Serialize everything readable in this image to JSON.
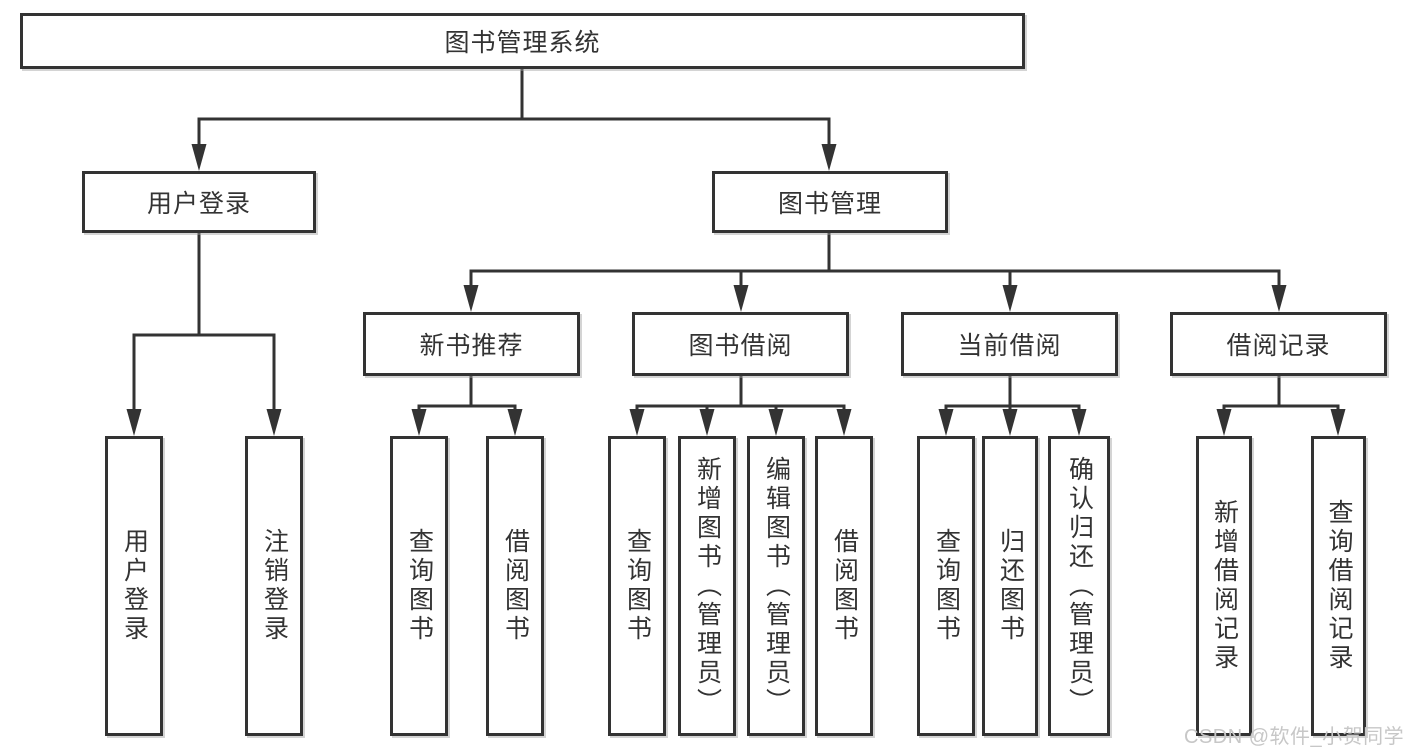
{
  "diagram": {
    "root": {
      "label": "图书管理系统"
    },
    "branches": [
      {
        "label": "用户登录",
        "children": [
          {
            "label": "用户登录"
          },
          {
            "label": "注销登录"
          }
        ]
      },
      {
        "label": "图书管理",
        "children": [
          {
            "label": "新书推荐",
            "children": [
              {
                "label": "查询图书"
              },
              {
                "label": "借阅图书"
              }
            ]
          },
          {
            "label": "图书借阅",
            "children": [
              {
                "label": "查询图书"
              },
              {
                "label": "新增图书（管理员）"
              },
              {
                "label": "编辑图书（管理员）"
              },
              {
                "label": "借阅图书"
              }
            ]
          },
          {
            "label": "当前借阅",
            "children": [
              {
                "label": "查询图书"
              },
              {
                "label": "归还图书"
              },
              {
                "label": "确认归还（管理员）"
              }
            ]
          },
          {
            "label": "借阅记录",
            "children": [
              {
                "label": "新增借阅记录"
              },
              {
                "label": "查询借阅记录"
              }
            ]
          }
        ]
      }
    ]
  },
  "watermark": {
    "text": "CSDN @软件_小贺同学"
  },
  "colors": {
    "line": "#333333",
    "box_border": "#333333",
    "text": "#333333",
    "background": "#ffffff",
    "watermark": "#c7c7c7"
  }
}
